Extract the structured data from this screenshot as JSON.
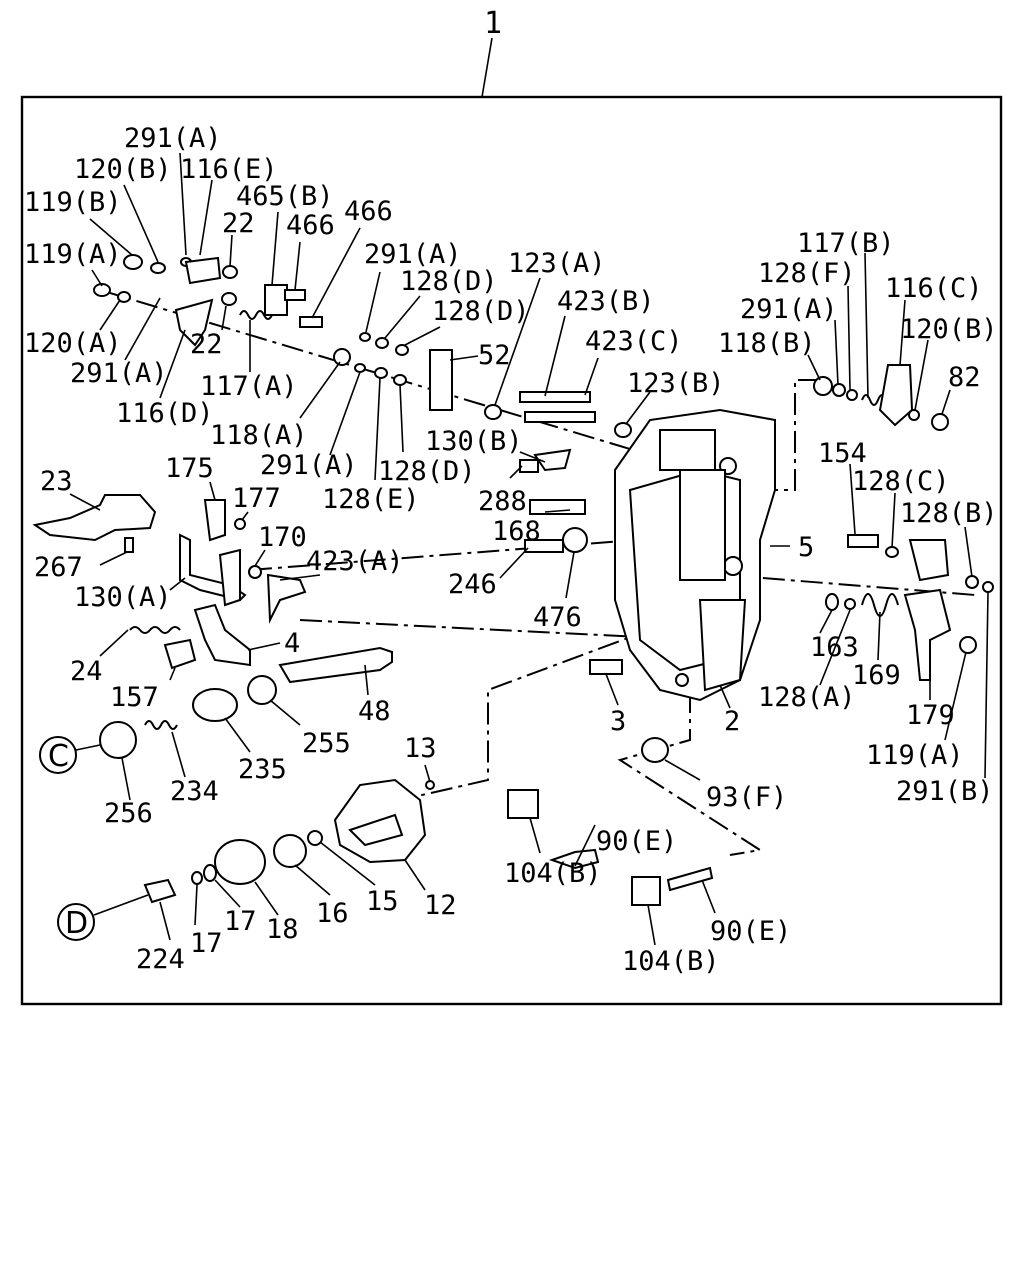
{
  "assembly_number": "1",
  "callouts": [
    {
      "id": "c1",
      "text": "291(A)"
    },
    {
      "id": "c2",
      "text": "120(B)"
    },
    {
      "id": "c3",
      "text": "116(E)"
    },
    {
      "id": "c4",
      "text": "119(B)"
    },
    {
      "id": "c5",
      "text": "465(B)"
    },
    {
      "id": "c6",
      "text": "22"
    },
    {
      "id": "c7",
      "text": "466"
    },
    {
      "id": "c8",
      "text": "466"
    },
    {
      "id": "c9",
      "text": "119(A)"
    },
    {
      "id": "c10",
      "text": "291(A)"
    },
    {
      "id": "c11",
      "text": "128(D)"
    },
    {
      "id": "c12",
      "text": "123(A)"
    },
    {
      "id": "c13",
      "text": "128(D)"
    },
    {
      "id": "c14",
      "text": "423(B)"
    },
    {
      "id": "c15",
      "text": "52"
    },
    {
      "id": "c16",
      "text": "120(A)"
    },
    {
      "id": "c17",
      "text": "291(A)"
    },
    {
      "id": "c18",
      "text": "22"
    },
    {
      "id": "c19",
      "text": "117(A)"
    },
    {
      "id": "c20",
      "text": "116(D)"
    },
    {
      "id": "c21",
      "text": "118(A)"
    },
    {
      "id": "c22",
      "text": "291(A)"
    },
    {
      "id": "c23",
      "text": "128(D)"
    },
    {
      "id": "c24",
      "text": "128(E)"
    },
    {
      "id": "c25",
      "text": "130(B)"
    },
    {
      "id": "c26",
      "text": "423(C)"
    },
    {
      "id": "c27",
      "text": "123(B)"
    },
    {
      "id": "c28",
      "text": "117(B)"
    },
    {
      "id": "c29",
      "text": "128(F)"
    },
    {
      "id": "c30",
      "text": "116(C)"
    },
    {
      "id": "c31",
      "text": "291(A)"
    },
    {
      "id": "c32",
      "text": "120(B)"
    },
    {
      "id": "c33",
      "text": "118(B)"
    },
    {
      "id": "c34",
      "text": "82"
    },
    {
      "id": "c35",
      "text": "154"
    },
    {
      "id": "c36",
      "text": "128(C)"
    },
    {
      "id": "c37",
      "text": "128(B)"
    },
    {
      "id": "c38",
      "text": "23"
    },
    {
      "id": "c39",
      "text": "175"
    },
    {
      "id": "c40",
      "text": "177"
    },
    {
      "id": "c41",
      "text": "288"
    },
    {
      "id": "c42",
      "text": "168"
    },
    {
      "id": "c43",
      "text": "267"
    },
    {
      "id": "c44",
      "text": "170"
    },
    {
      "id": "c45",
      "text": "423(A)"
    },
    {
      "id": "c46",
      "text": "246"
    },
    {
      "id": "c47",
      "text": "5"
    },
    {
      "id": "c48",
      "text": "130(A)"
    },
    {
      "id": "c49",
      "text": "476"
    },
    {
      "id": "c50",
      "text": "4"
    },
    {
      "id": "c51",
      "text": "163"
    },
    {
      "id": "c52",
      "text": "24"
    },
    {
      "id": "c53",
      "text": "169"
    },
    {
      "id": "c54",
      "text": "128(A)"
    },
    {
      "id": "c55",
      "text": "157"
    },
    {
      "id": "c56",
      "text": "48"
    },
    {
      "id": "c57",
      "text": "3"
    },
    {
      "id": "c58",
      "text": "2"
    },
    {
      "id": "c59",
      "text": "179"
    },
    {
      "id": "c60",
      "text": "255"
    },
    {
      "id": "c61",
      "text": "119(A)"
    },
    {
      "id": "c62",
      "text": "13"
    },
    {
      "id": "c63",
      "text": "235"
    },
    {
      "id": "c64",
      "text": "93(F)"
    },
    {
      "id": "c65",
      "text": "291(B)"
    },
    {
      "id": "c66",
      "text": "234"
    },
    {
      "id": "c67",
      "text": "256"
    },
    {
      "id": "c68",
      "text": "90(E)"
    },
    {
      "id": "c69",
      "text": "104(B)"
    },
    {
      "id": "c70",
      "text": "15"
    },
    {
      "id": "c71",
      "text": "16"
    },
    {
      "id": "c72",
      "text": "12"
    },
    {
      "id": "c73",
      "text": "17"
    },
    {
      "id": "c74",
      "text": "18"
    },
    {
      "id": "c75",
      "text": "17"
    },
    {
      "id": "c76",
      "text": "90(E)"
    },
    {
      "id": "c77",
      "text": "224"
    },
    {
      "id": "c78",
      "text": "104(B)"
    }
  ],
  "connectors": [
    {
      "id": "conn-c",
      "letter": "C"
    },
    {
      "id": "conn-d",
      "letter": "D"
    }
  ]
}
